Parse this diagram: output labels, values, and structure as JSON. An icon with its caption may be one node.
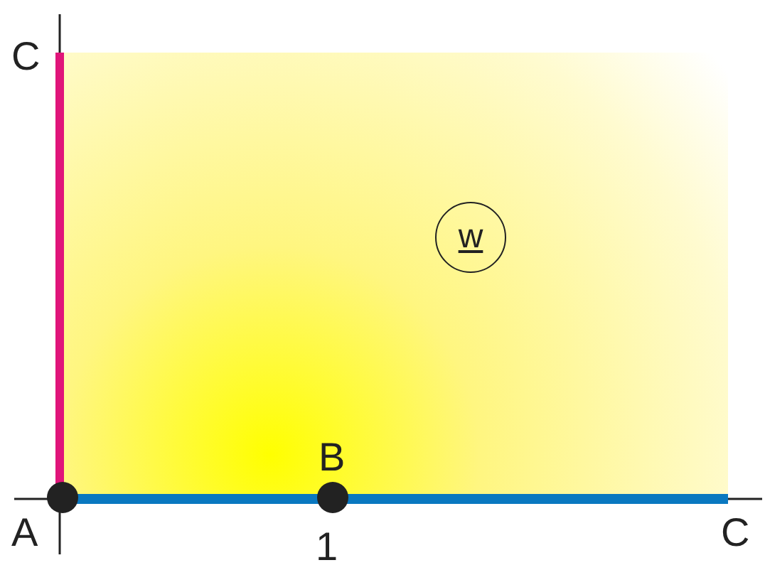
{
  "diagram": {
    "nodes": [
      {
        "text": [],
        "shape": "circle",
        "beside": [
          "A"
        ]
      },
      {
        "text": [],
        "shape": "circle",
        "beside": [
          "B"
        ]
      },
      {
        "text": [
          "w"
        ]
      }
    ],
    "labels": [
      "C",
      "1",
      "C"
    ]
  }
}
